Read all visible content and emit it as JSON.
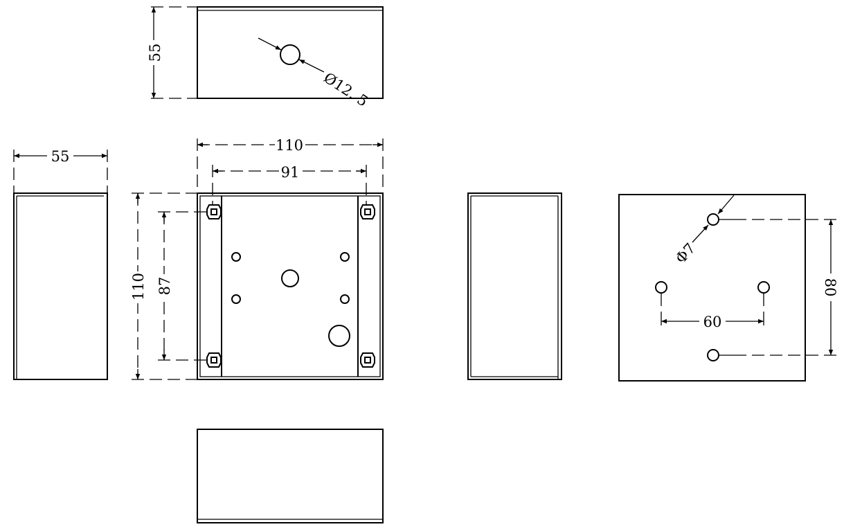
{
  "drawing": {
    "top_view": {
      "height_dim": "55",
      "hole_dim": "Ø12. 5"
    },
    "front_view": {
      "width_dim": "110",
      "hole_spacing_dim": "91",
      "height_dim": "110",
      "vertical_spacing_dim": "87"
    },
    "left_view": {
      "depth_dim": "55"
    },
    "back_view": {
      "hole_dim": "Φ7",
      "horizontal_spacing_dim": "60",
      "vertical_spacing_dim": "80"
    },
    "line_color": "#000000",
    "background_color": "#ffffff"
  }
}
